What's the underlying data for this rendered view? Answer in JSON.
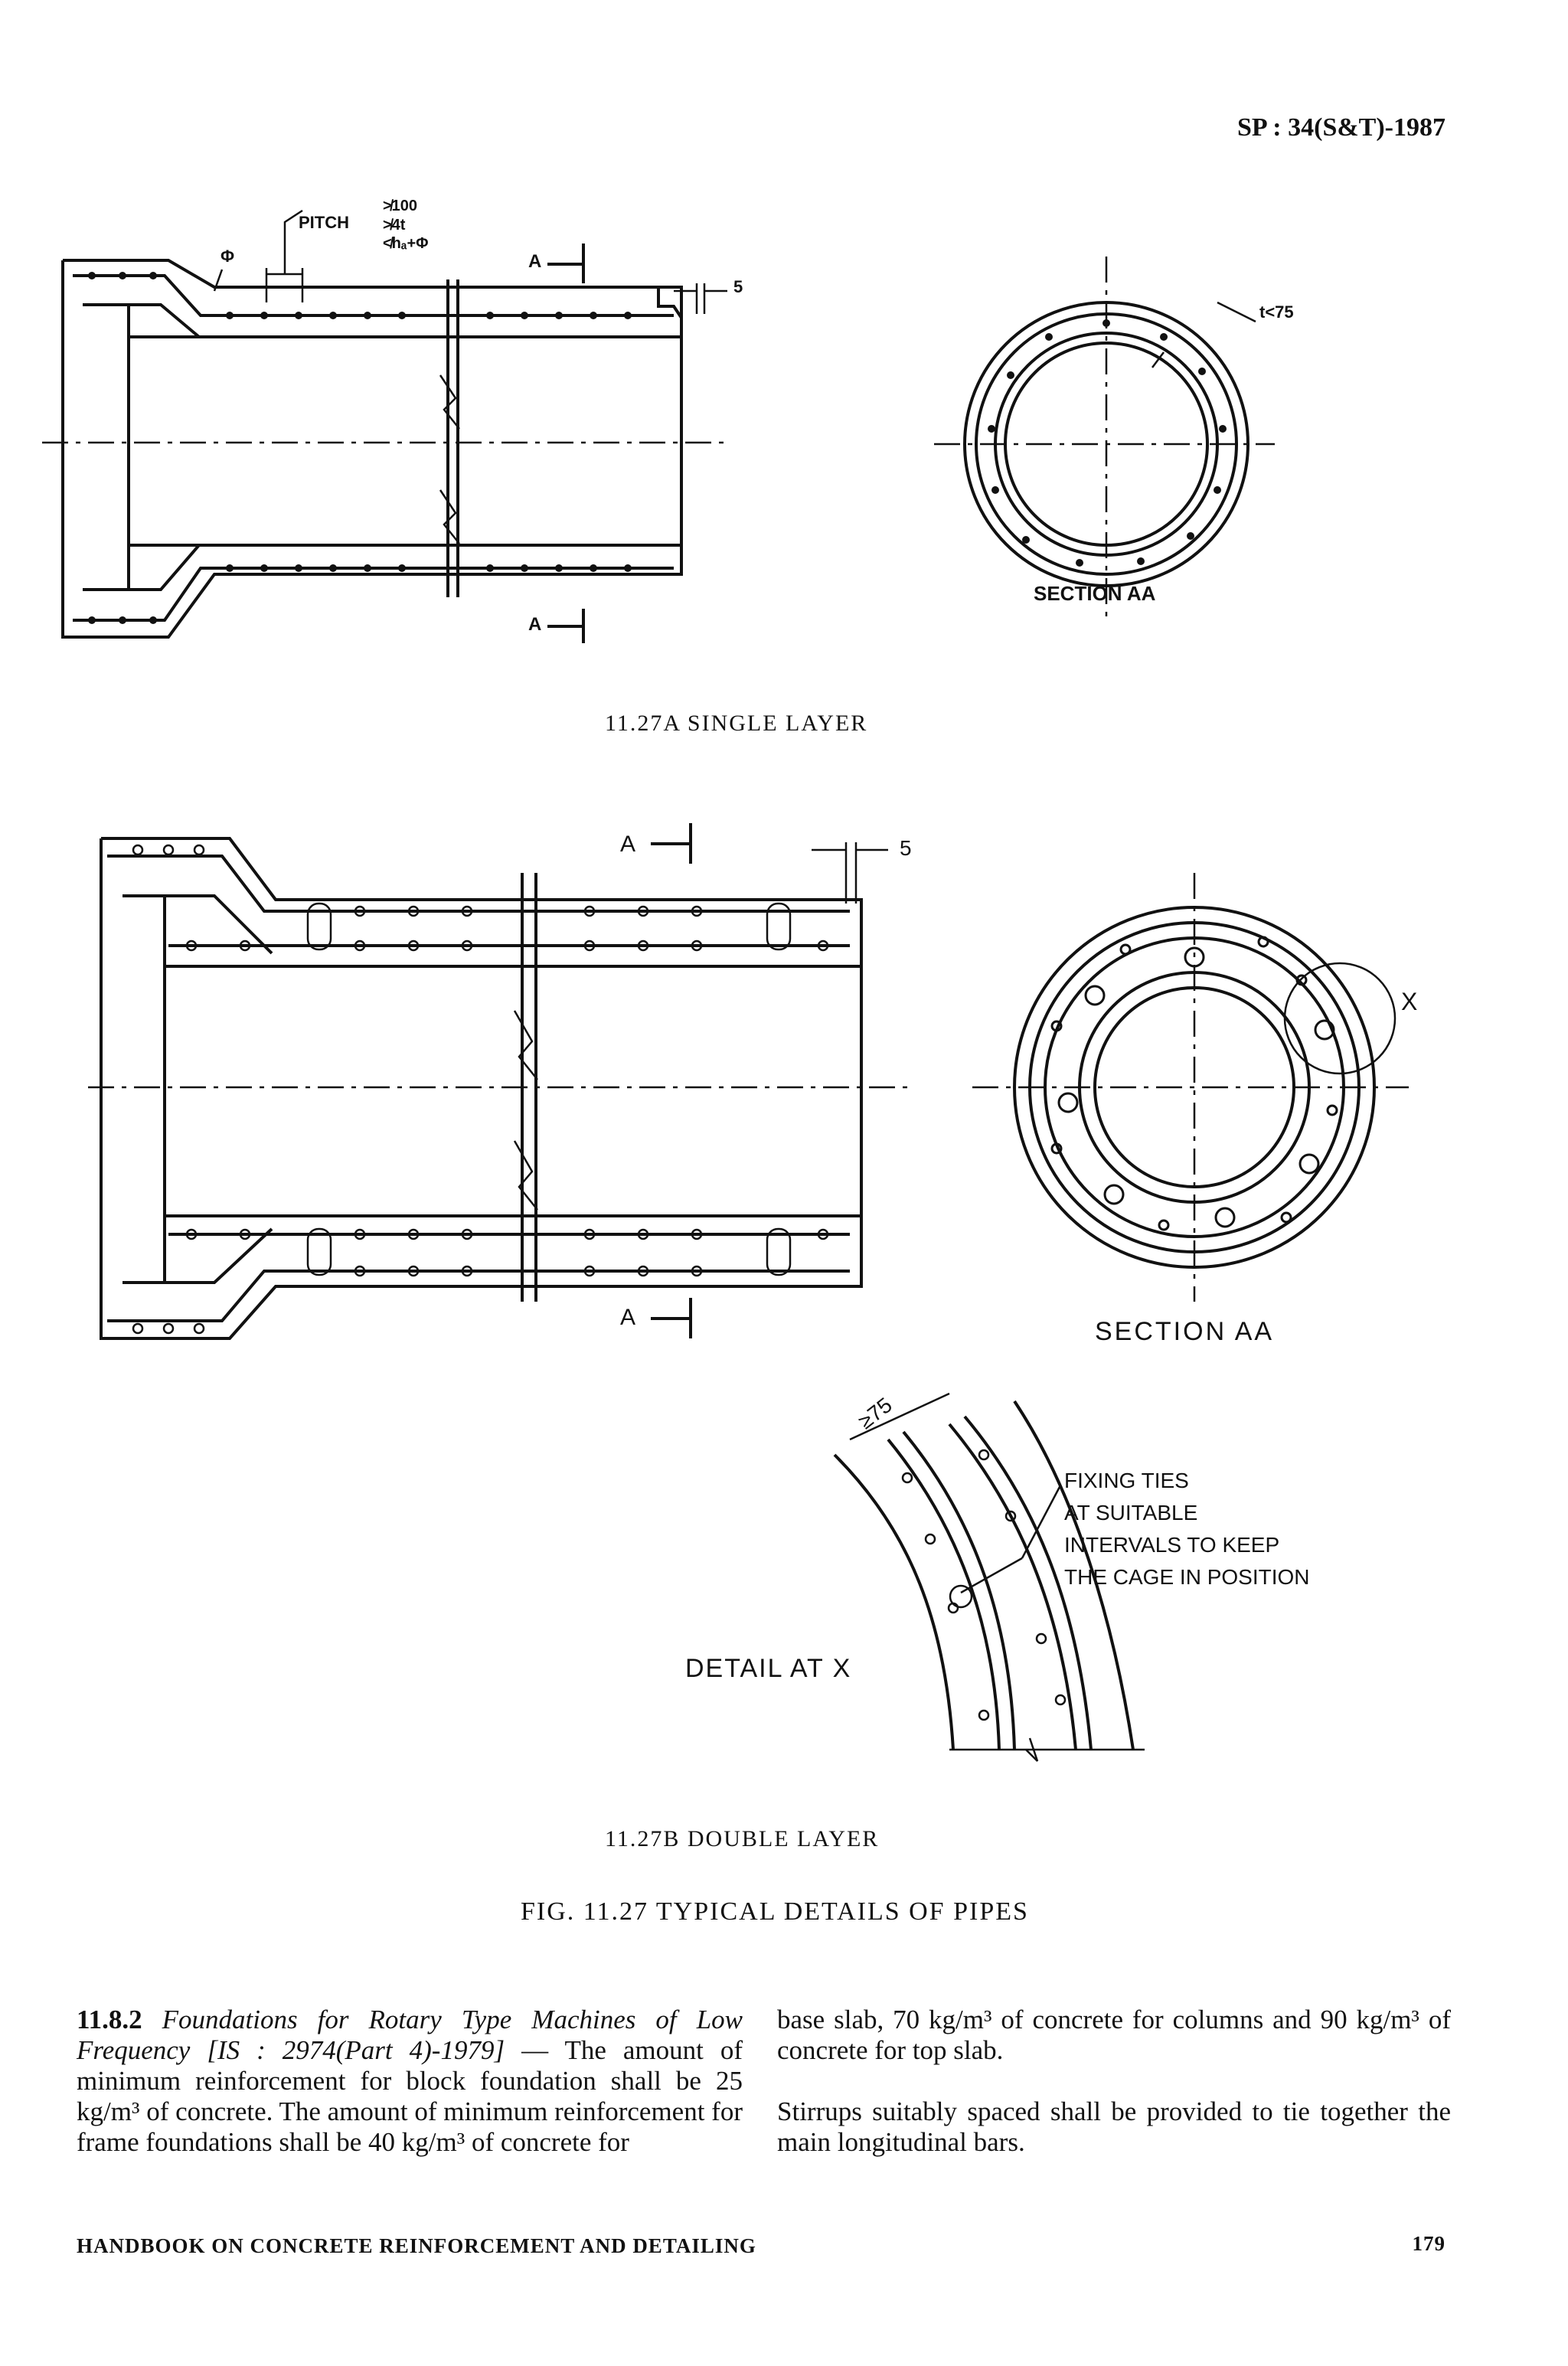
{
  "header": {
    "standard": "SP : 34(S&T)-1987"
  },
  "fig_a": {
    "pitch_label": "PITCH",
    "pitch_conditions": [
      "≯100",
      "≯4t",
      "≮hₐ+Φ"
    ],
    "phi_label": "Φ",
    "section_marker_top": "A",
    "section_marker_bottom": "A",
    "gap_label": "5",
    "cover_label": "t<75",
    "section_label": "SECTION AA",
    "caption": "11.27A SINGLE LAYER"
  },
  "fig_b": {
    "section_marker_top": "A",
    "section_marker_bottom": "A",
    "gap_label": "5",
    "detail_marker": "X",
    "section_label": "SECTION AA",
    "detail_dimension": "≥75",
    "fixing_ties_note": [
      "FIXING TIES",
      "AT SUITABLE",
      "INTERVALS TO KEEP",
      "THE CAGE IN POSITION"
    ],
    "detail_label": "DETAIL AT X",
    "caption": "11.27B DOUBLE LAYER"
  },
  "figure_caption": "FIG. 11.27 TYPICAL DETAILS OF PIPES",
  "body": {
    "section_number": "11.8.2",
    "section_title": "Foundations for Rotary Type Machines of Low Frequency [IS : 2974(Part 4)-1979]",
    "left_text": "— The amount of minimum reinforcement for block foundation shall be 25 kg/m³ of concrete. The amount of minimum reinforcement for frame foundations shall be 40 kg/m³ of concrete for",
    "right_text_1": "base slab, 70 kg/m³ of concrete for columns and 90 kg/m³ of concrete for top slab.",
    "right_text_2": "Stirrups suitably spaced shall be provided to tie together the main longitudinal bars."
  },
  "footer": {
    "title": "HANDBOOK ON CONCRETE REINFORCEMENT AND DETAILING",
    "page_number": "179"
  }
}
